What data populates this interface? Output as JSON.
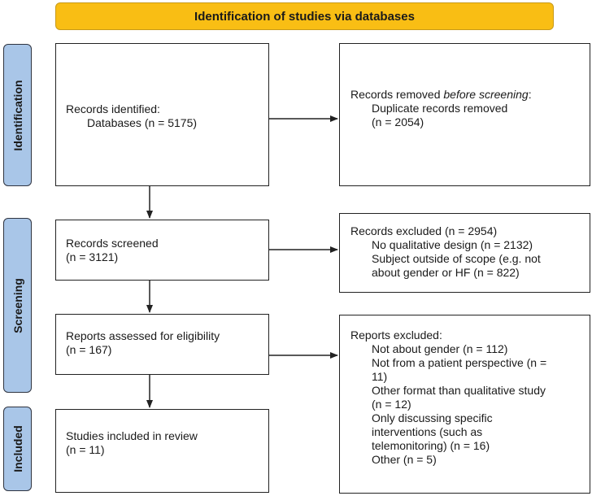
{
  "banner": {
    "title": "Identification of studies via databases"
  },
  "phases": {
    "identification": "Identification",
    "screening": "Screening",
    "included": "Included"
  },
  "boxes": {
    "records_identified": {
      "title": "Records identified:",
      "line1": "Databases (n = 5175)"
    },
    "records_removed": {
      "title_start": "Records removed ",
      "title_em": "before screening",
      "title_end": ":",
      "line1": "Duplicate records removed",
      "line2": "(n = 2054)"
    },
    "records_screened": {
      "title": "Records screened",
      "line1": "(n = 3121)"
    },
    "records_excluded": {
      "title": "Records excluded (n = 2954)",
      "line1": "No qualitative design (n = 2132)",
      "line2": "Subject outside of scope (e.g. not",
      "line3": "about gender or HF (n = 822)"
    },
    "reports_assessed": {
      "title": "Reports assessed for eligibility",
      "line1": "(n = 167)"
    },
    "reports_excluded": {
      "title": "Reports excluded:",
      "lines": [
        "Not about gender (n = 112)",
        "Not from a patient perspective (n =",
        "11)",
        "Other format than qualitative study",
        "(n = 12)",
        "Only discussing specific",
        "interventions (such as",
        "telemonitoring) (n = 16)",
        "Other (n = 5)"
      ]
    },
    "studies_included": {
      "title": "Studies included in review",
      "line1": "(n = 11)"
    }
  }
}
